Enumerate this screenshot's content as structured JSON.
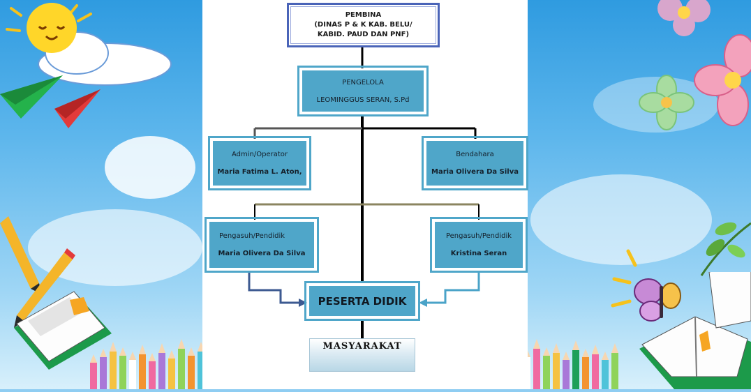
{
  "chart": {
    "pembina": {
      "line1": "PEMBINA",
      "line2": "(DINAS P & K KAB. BELU/",
      "line3": "KABID. PAUD DAN PNF)"
    },
    "pengelola": {
      "role": "PENGELOLA",
      "name": "LEOMINGGUS SERAN, S.Pd"
    },
    "admin": {
      "role": "Admin/Operator",
      "name": "Maria Fatima L. Aton,"
    },
    "bendahara": {
      "role": "Bendahara",
      "name": "Maria Olivera Da Silva"
    },
    "pengasuh_left": {
      "role": "Pengasuh/Pendidik",
      "name": "Maria Olivera Da Silva"
    },
    "pengasuh_right": {
      "role": "Pengasuh/Pendidik",
      "name": "Kristina Seran"
    },
    "peserta": {
      "label": "PESERTA DIDIK"
    },
    "masyarakat": {
      "label": "MASYARAKAT"
    }
  },
  "colors": {
    "box_fill": "#4fa6c9",
    "top_border": "#4a64b8",
    "connector_black": "#000000",
    "connector_olive": "#8b8560",
    "connector_navy": "#3d5a91",
    "connector_teal": "#4aa3c8"
  },
  "decorations": {
    "sun": "sun-icon",
    "plane_green": "paper-plane-icon",
    "plane_red": "paper-plane-icon",
    "book_left": "open-book-icon",
    "book_right": "open-book-icon",
    "butterfly": "butterfly-icon",
    "flowers": "flower-icon",
    "pencils": "colored-pencils"
  }
}
